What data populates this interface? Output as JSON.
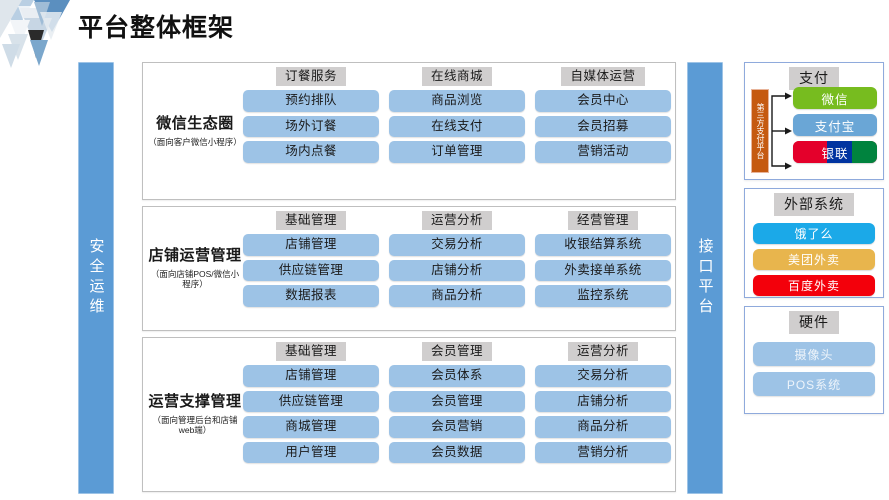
{
  "header": {
    "title": "平台整体框架",
    "logo_name": "abstract-triangles-logo"
  },
  "left_rail": {
    "label": "安全运维"
  },
  "api_rail": {
    "label": "接口平台"
  },
  "bands": [
    {
      "id": "wechat-ecosystem",
      "label_main": "微信生态圈",
      "label_sub": "（面向客户微信小程序）",
      "columns": [
        {
          "head": "订餐服务",
          "items": [
            "预约排队",
            "场外订餐",
            "场内点餐"
          ]
        },
        {
          "head": "在线商城",
          "items": [
            "商品浏览",
            "在线支付",
            "订单管理"
          ]
        },
        {
          "head": "自媒体运营",
          "items": [
            "会员中心",
            "会员招募",
            "营销活动"
          ]
        }
      ]
    },
    {
      "id": "store-operation",
      "label_main": "店铺运营管理",
      "label_sub": "（面向店铺POS/微信小程序）",
      "columns": [
        {
          "head": "基础管理",
          "items": [
            "店铺管理",
            "供应链管理",
            "数据报表"
          ]
        },
        {
          "head": "运营分析",
          "items": [
            "交易分析",
            "店铺分析",
            "商品分析"
          ]
        },
        {
          "head": "经营管理",
          "items": [
            "收银结算系统",
            "外卖接单系统",
            "监控系统"
          ]
        }
      ]
    },
    {
      "id": "operation-support",
      "label_main": "运营支撑管理",
      "label_sub": "（面向管理后台和店铺web端）",
      "columns": [
        {
          "head": "基础管理",
          "items": [
            "店铺管理",
            "供应链管理",
            "商城管理",
            "用户管理"
          ]
        },
        {
          "head": "会员管理",
          "items": [
            "会员体系",
            "会员管理",
            "会员营销",
            "会员数据"
          ]
        },
        {
          "head": "运营分析",
          "items": [
            "交易分析",
            "店铺分析",
            "商品分析",
            "营销分析"
          ]
        }
      ]
    }
  ],
  "payment": {
    "head": "支付",
    "third_party_label": "第三方支付平台",
    "items": [
      {
        "label": "微信",
        "color": "#77bc1f"
      },
      {
        "label": "支付宝",
        "color": "#6aa6d6"
      },
      {
        "label": "银联",
        "color": "#e4002b"
      }
    ]
  },
  "external": {
    "head": "外部系统",
    "items": [
      {
        "label": "饿了么",
        "color": "#1ba9e8"
      },
      {
        "label": "美团外卖",
        "color": "#e8b54d"
      },
      {
        "label": "百度外卖",
        "color": "#f3000b"
      }
    ]
  },
  "hardware": {
    "head": "硬件",
    "items": [
      {
        "label": "摄像头",
        "color": "#9dc3e6"
      },
      {
        "label": "POS系统",
        "color": "#9dc3e6"
      }
    ]
  },
  "colors": {
    "rail_blue": "#5b9bd5",
    "pill_blue": "#9dc3e6",
    "head_gray": "#d0cece",
    "orange": "#c55a11"
  }
}
